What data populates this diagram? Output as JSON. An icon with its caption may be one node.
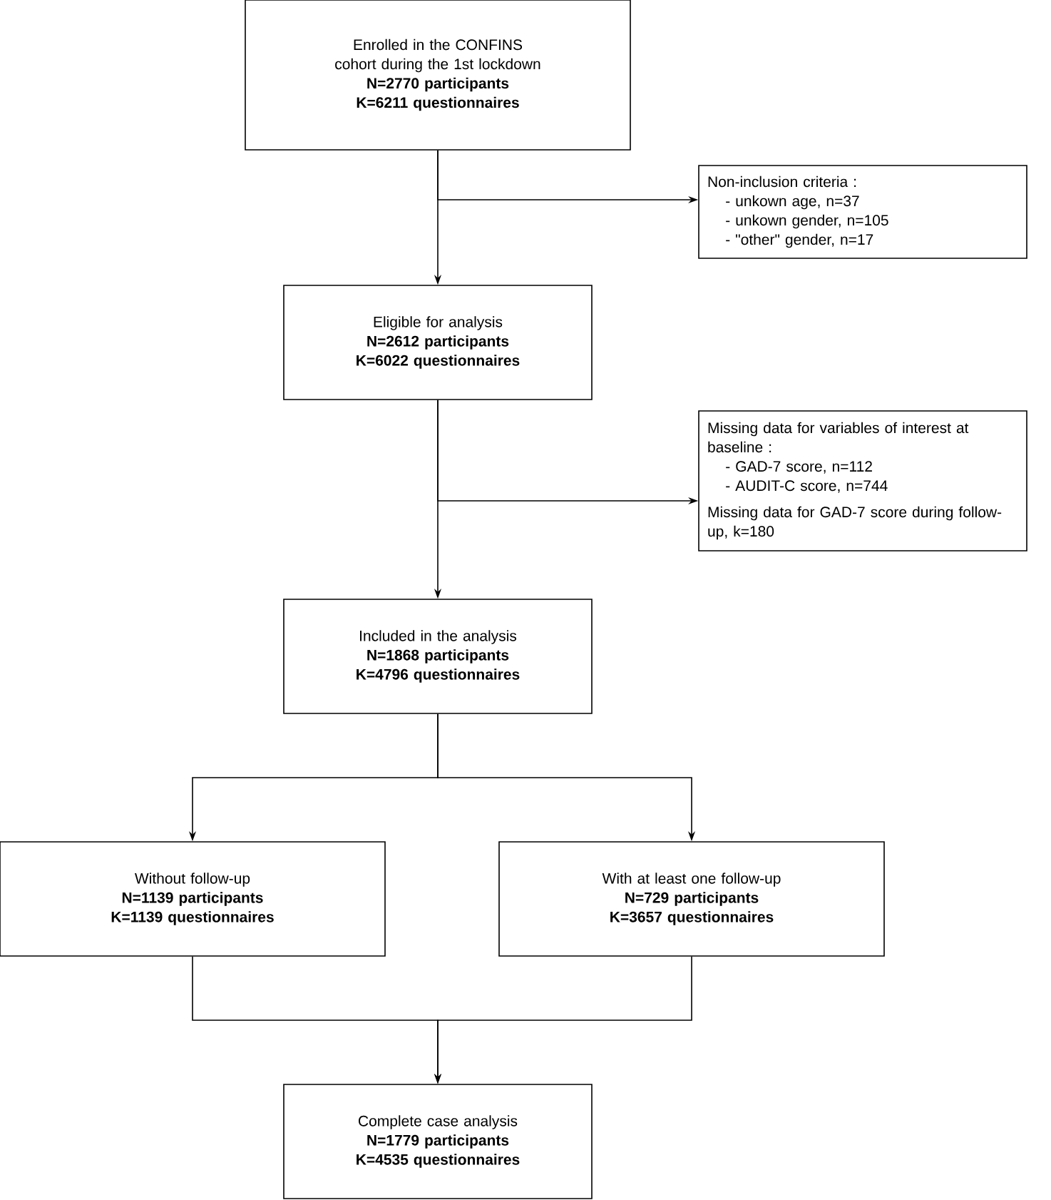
{
  "diagram": {
    "nodes": [
      {
        "text": [
          "Enrolled in the CONFINS cohort during the 1st lockdown",
          "N=2770 participants",
          "K=6211 questionnaires"
        ]
      },
      {
        "text": [
          "Non-inclusion criteria :",
          "- unkown age, n=37",
          "- unkown gender, n=105",
          "- \"other\" gender, n=17"
        ]
      },
      {
        "text": [
          "Eligible for analysis",
          "N=2612 participants",
          "K=6022 questionnaires"
        ]
      },
      {
        "text": [
          "Missing data for variables of interest at baseline :",
          "- GAD-7 score, n=112",
          "- AUDIT-C score, n=744",
          "Missing data for GAD-7 score during follow-up, k=180"
        ]
      },
      {
        "text": [
          "Included in the analysis",
          "N=1868 participants",
          "K=4796 questionnaires"
        ]
      },
      {
        "text": [
          "Without follow-up",
          "N=1139 participants",
          "K=1139 questionnaires"
        ]
      },
      {
        "text": [
          "With at least one follow-up",
          "N=729 participants",
          "K=3657 questionnaires"
        ]
      },
      {
        "text": [
          "Complete case analysis",
          "N=1779 participants",
          "K=4535 questionnaires"
        ]
      }
    ],
    "edges": [
      {
        "from": 0,
        "to": 2,
        "arrow": "to"
      },
      {
        "from": 0,
        "to": 1,
        "arrow": "to"
      },
      {
        "from": 2,
        "to": 4,
        "arrow": "to"
      },
      {
        "from": 2,
        "to": 3,
        "arrow": "to"
      },
      {
        "from": 4,
        "to": 5,
        "arrow": "to"
      },
      {
        "from": 4,
        "to": 6,
        "arrow": "to"
      },
      {
        "from": 5,
        "to": 7,
        "arrow": "to"
      },
      {
        "from": 6,
        "to": 7,
        "arrow": "to"
      }
    ]
  }
}
